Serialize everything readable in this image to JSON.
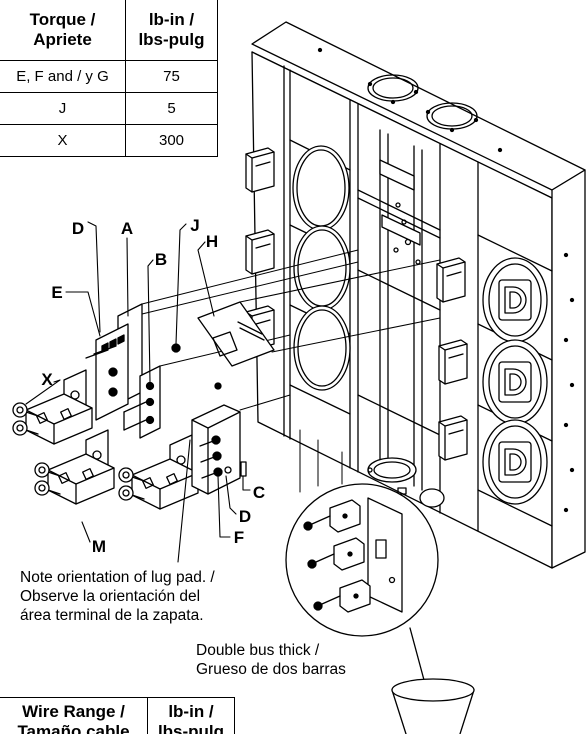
{
  "torque_table": {
    "header": [
      [
        "Torque /",
        "Apriete"
      ],
      [
        "lb-in /",
        "lbs-pulg"
      ]
    ],
    "rows": [
      {
        "part": "E, F and / y G",
        "value": "75"
      },
      {
        "part": "J",
        "value": "5"
      },
      {
        "part": "X",
        "value": "300"
      }
    ]
  },
  "wire_table": {
    "header": [
      [
        "Wire Range /",
        "Tamaño cable"
      ],
      [
        "lb-in /",
        "lbs-pulg"
      ]
    ]
  },
  "callouts": {
    "d_upper": "D",
    "a": "A",
    "j": "J",
    "h": "H",
    "b": "B",
    "e": "E",
    "x": "X",
    "c": "C",
    "d_lower": "D",
    "f": "F",
    "m": "M"
  },
  "notes": {
    "lug_orientation": [
      "Note orientation of lug pad. /",
      "Observe la orientación del",
      "área terminal de la zapata."
    ],
    "bus_thickness": [
      "Double bus thick /",
      "Grueso de dos barras"
    ]
  },
  "icons": {
    "enclosure_logo": "square-d-logo-icon"
  }
}
